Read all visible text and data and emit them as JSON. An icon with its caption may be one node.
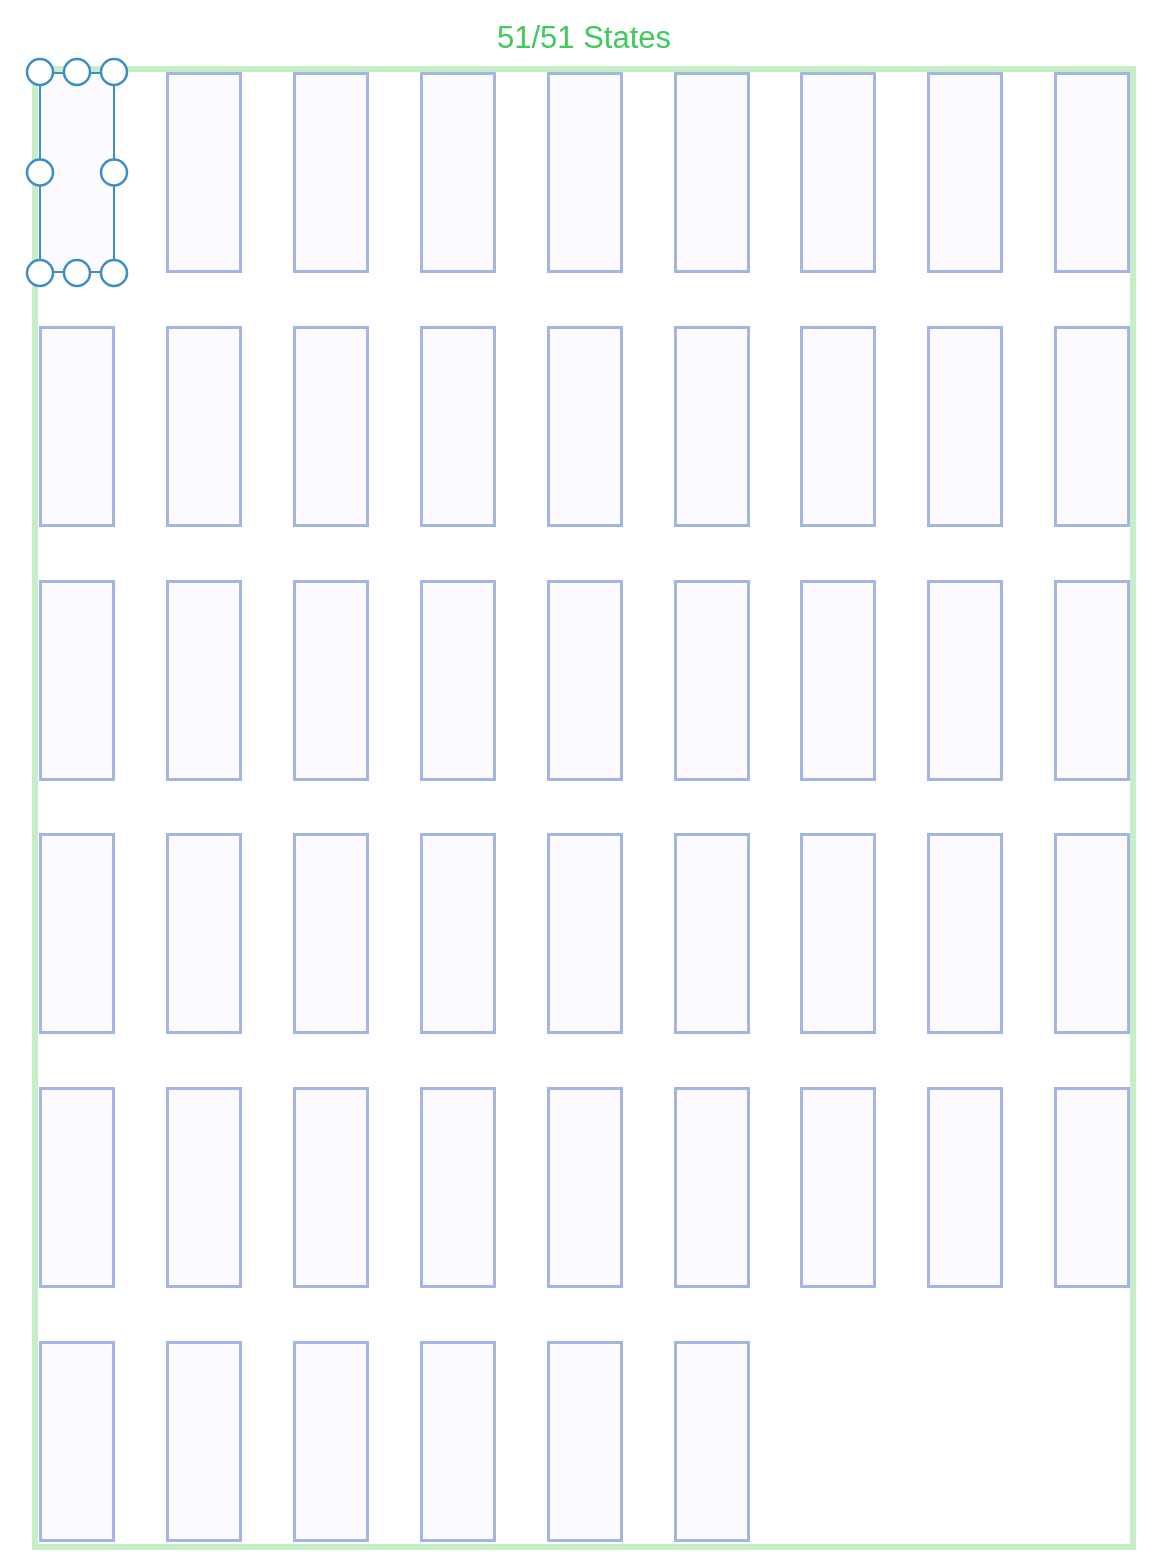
{
  "diagram": {
    "nodes": [
      {
        "text": [
          "51/51 States"
        ]
      },
      {
        "text": [],
        "shape": "box",
        "in": 0
      },
      {
        "text": [],
        "shape": "box",
        "in": 0
      },
      {
        "text": [],
        "shape": "box",
        "in": 0
      },
      {
        "text": [],
        "shape": "box",
        "in": 0
      },
      {
        "text": [],
        "shape": "box",
        "in": 0
      },
      {
        "text": [],
        "shape": "box",
        "in": 0
      },
      {
        "text": [],
        "shape": "box",
        "in": 0
      },
      {
        "text": [],
        "shape": "box",
        "in": 0
      },
      {
        "text": [],
        "shape": "box",
        "in": 0
      },
      {
        "text": [],
        "shape": "box",
        "in": 0
      },
      {
        "text": [],
        "shape": "box",
        "in": 0
      },
      {
        "text": [],
        "shape": "box",
        "in": 0
      },
      {
        "text": [],
        "shape": "box",
        "in": 0
      },
      {
        "text": [],
        "shape": "box",
        "in": 0
      },
      {
        "text": [],
        "shape": "box",
        "in": 0
      },
      {
        "text": [],
        "shape": "box",
        "in": 0
      },
      {
        "text": [],
        "shape": "box",
        "in": 0
      },
      {
        "text": [],
        "shape": "box",
        "in": 0
      },
      {
        "text": [],
        "shape": "box",
        "in": 0
      },
      {
        "text": [],
        "shape": "box",
        "in": 0
      },
      {
        "text": [],
        "shape": "box",
        "in": 0
      },
      {
        "text": [],
        "shape": "box",
        "in": 0
      },
      {
        "text": [],
        "shape": "box",
        "in": 0
      },
      {
        "text": [],
        "shape": "box",
        "in": 0
      },
      {
        "text": [],
        "shape": "box",
        "in": 0
      },
      {
        "text": [],
        "shape": "box",
        "in": 0
      },
      {
        "text": [],
        "shape": "box",
        "in": 0
      },
      {
        "text": [],
        "shape": "box",
        "in": 0
      },
      {
        "text": [],
        "shape": "box",
        "in": 0
      },
      {
        "text": [],
        "shape": "box",
        "in": 0
      },
      {
        "text": [],
        "shape": "box",
        "in": 0
      },
      {
        "text": [],
        "shape": "box",
        "in": 0
      },
      {
        "text": [],
        "shape": "box",
        "in": 0
      },
      {
        "text": [],
        "shape": "box",
        "in": 0
      },
      {
        "text": [],
        "shape": "box",
        "in": 0
      },
      {
        "text": [],
        "shape": "box",
        "in": 0
      },
      {
        "text": [],
        "shape": "box",
        "in": 0
      },
      {
        "text": [],
        "shape": "box",
        "in": 0
      },
      {
        "text": [],
        "shape": "box",
        "in": 0
      },
      {
        "text": [],
        "shape": "box",
        "in": 0
      },
      {
        "text": [],
        "shape": "box",
        "in": 0
      },
      {
        "text": [],
        "shape": "box",
        "in": 0
      },
      {
        "text": [],
        "shape": "box",
        "in": 0
      },
      {
        "text": [],
        "shape": "box",
        "in": 0
      },
      {
        "text": [],
        "shape": "box",
        "in": 0
      },
      {
        "text": [],
        "shape": "box",
        "in": 0
      },
      {
        "text": [],
        "shape": "box",
        "in": 0
      },
      {
        "text": [],
        "shape": "box",
        "in": 0
      },
      {
        "text": [],
        "shape": "box",
        "in": 0
      },
      {
        "text": [],
        "shape": "box",
        "in": 0
      },
      {
        "text": [],
        "shape": "box",
        "in": 0
      }
    ],
    "edges": []
  }
}
